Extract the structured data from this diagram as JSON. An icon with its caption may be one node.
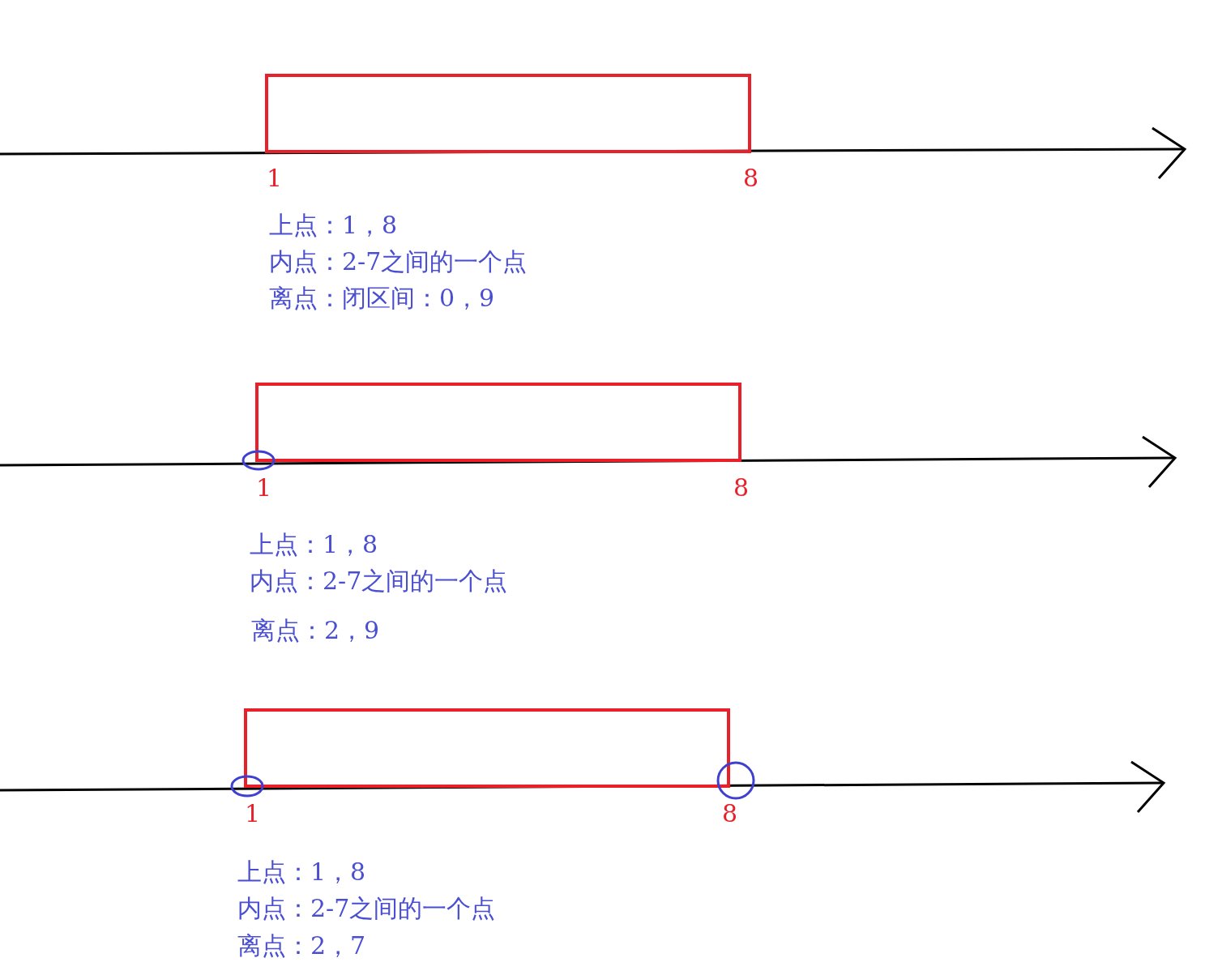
{
  "diagram": {
    "labels": [
      "1",
      "8",
      "上点：1，8",
      "内点：2-7之间的一个点",
      "离点：闭区间：0，9",
      "1",
      "8",
      "上点：1，8",
      "内点：2-7之间的一个点",
      "离点：2，9",
      "1",
      "8",
      "上点：1，8",
      "内点：2-7之间的一个点",
      "离点：2，7"
    ]
  }
}
